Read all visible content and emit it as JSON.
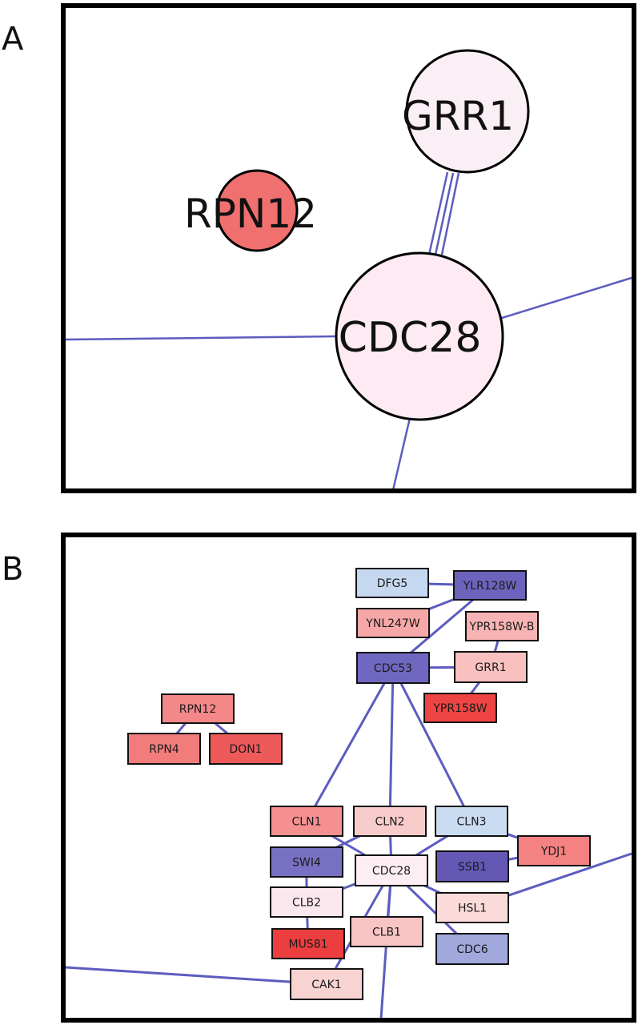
{
  "panels": {
    "a": {
      "letter": "A"
    },
    "b": {
      "letter": "B"
    }
  },
  "colors": {
    "edge": "#5c5cc0",
    "frame": "#000000"
  },
  "panel_a": {
    "nodes": [
      {
        "id": "GRR1",
        "label": "GRR1",
        "color": "#fbeff6"
      },
      {
        "id": "RPN12",
        "label": "RPN12",
        "color": "#f07070"
      },
      {
        "id": "CDC28",
        "label": "CDC28",
        "color": "#fdeaf3"
      }
    ],
    "edges": [
      {
        "from": "GRR1",
        "to": "CDC28",
        "multiplicity": 3
      },
      {
        "from": "CDC28",
        "to": "off-left"
      },
      {
        "from": "CDC28",
        "to": "off-right"
      },
      {
        "from": "CDC28",
        "to": "off-bottom"
      }
    ]
  },
  "panel_b": {
    "nodes": [
      {
        "id": "DFG5",
        "label": "DFG5",
        "color": "#c6d8f0"
      },
      {
        "id": "YLR128W",
        "label": "YLR128W",
        "color": "#6c64bc"
      },
      {
        "id": "YNL247W",
        "label": "YNL247W",
        "color": "#f6a8a8"
      },
      {
        "id": "YPR158W-B",
        "label": "YPR158W-B",
        "color": "#f8b4b4"
      },
      {
        "id": "CDC53",
        "label": "CDC53",
        "color": "#7068c0"
      },
      {
        "id": "GRR1",
        "label": "GRR1",
        "color": "#f9c0c0"
      },
      {
        "id": "YPR158W",
        "label": "YPR158W",
        "color": "#ee4444"
      },
      {
        "id": "RPN12",
        "label": "RPN12",
        "color": "#f48888"
      },
      {
        "id": "RPN4",
        "label": "RPN4",
        "color": "#f27c7c"
      },
      {
        "id": "DON1",
        "label": "DON1",
        "color": "#ee5a5a"
      },
      {
        "id": "CLN1",
        "label": "CLN1",
        "color": "#f59090"
      },
      {
        "id": "CLN2",
        "label": "CLN2",
        "color": "#f9cccc"
      },
      {
        "id": "CLN3",
        "label": "CLN3",
        "color": "#cadcf2"
      },
      {
        "id": "YDJ1",
        "label": "YDJ1",
        "color": "#f48282"
      },
      {
        "id": "SWI4",
        "label": "SWI4",
        "color": "#7870c2"
      },
      {
        "id": "CDC28",
        "label": "CDC28",
        "color": "#fdeef4"
      },
      {
        "id": "SSB1",
        "label": "SSB1",
        "color": "#6458b4"
      },
      {
        "id": "CLB2",
        "label": "CLB2",
        "color": "#fbe8ee"
      },
      {
        "id": "HSL1",
        "label": "HSL1",
        "color": "#fbdada"
      },
      {
        "id": "MUS81",
        "label": "MUS81",
        "color": "#ec3e3e"
      },
      {
        "id": "CLB1",
        "label": "CLB1",
        "color": "#f9c4c4"
      },
      {
        "id": "CDC6",
        "label": "CDC6",
        "color": "#a0a8dc"
      },
      {
        "id": "CAK1",
        "label": "CAK1",
        "color": "#f9d2d2"
      }
    ],
    "edges": [
      [
        "DFG5",
        "YLR128W"
      ],
      [
        "YLR128W",
        "YNL247W"
      ],
      [
        "YLR128W",
        "CDC53"
      ],
      [
        "CDC53",
        "GRR1"
      ],
      [
        "GRR1",
        "YPR158W-B"
      ],
      [
        "GRR1",
        "YPR158W"
      ],
      [
        "RPN12",
        "RPN4"
      ],
      [
        "RPN12",
        "DON1"
      ],
      [
        "CDC53",
        "CLN1"
      ],
      [
        "CDC53",
        "CLN2"
      ],
      [
        "CDC53",
        "CLN3"
      ],
      [
        "CLN1",
        "CDC28"
      ],
      [
        "CLN2",
        "CDC28"
      ],
      [
        "CLN3",
        "CDC28"
      ],
      [
        "CLN2",
        "SWI4"
      ],
      [
        "CLN3",
        "YDJ1"
      ],
      [
        "SSB1",
        "YDJ1"
      ],
      [
        "SWI4",
        "CLB2"
      ],
      [
        "CLB2",
        "CDC28"
      ],
      [
        "CLB2",
        "MUS81"
      ],
      [
        "CDC28",
        "CLB1"
      ],
      [
        "CDC28",
        "HSL1"
      ],
      [
        "CDC28",
        "CDC6"
      ],
      [
        "CDC28",
        "CAK1"
      ],
      [
        "CDC28",
        "off-bottom"
      ],
      [
        "HSL1",
        "off-right"
      ],
      [
        "CAK1",
        "off-left"
      ]
    ]
  }
}
